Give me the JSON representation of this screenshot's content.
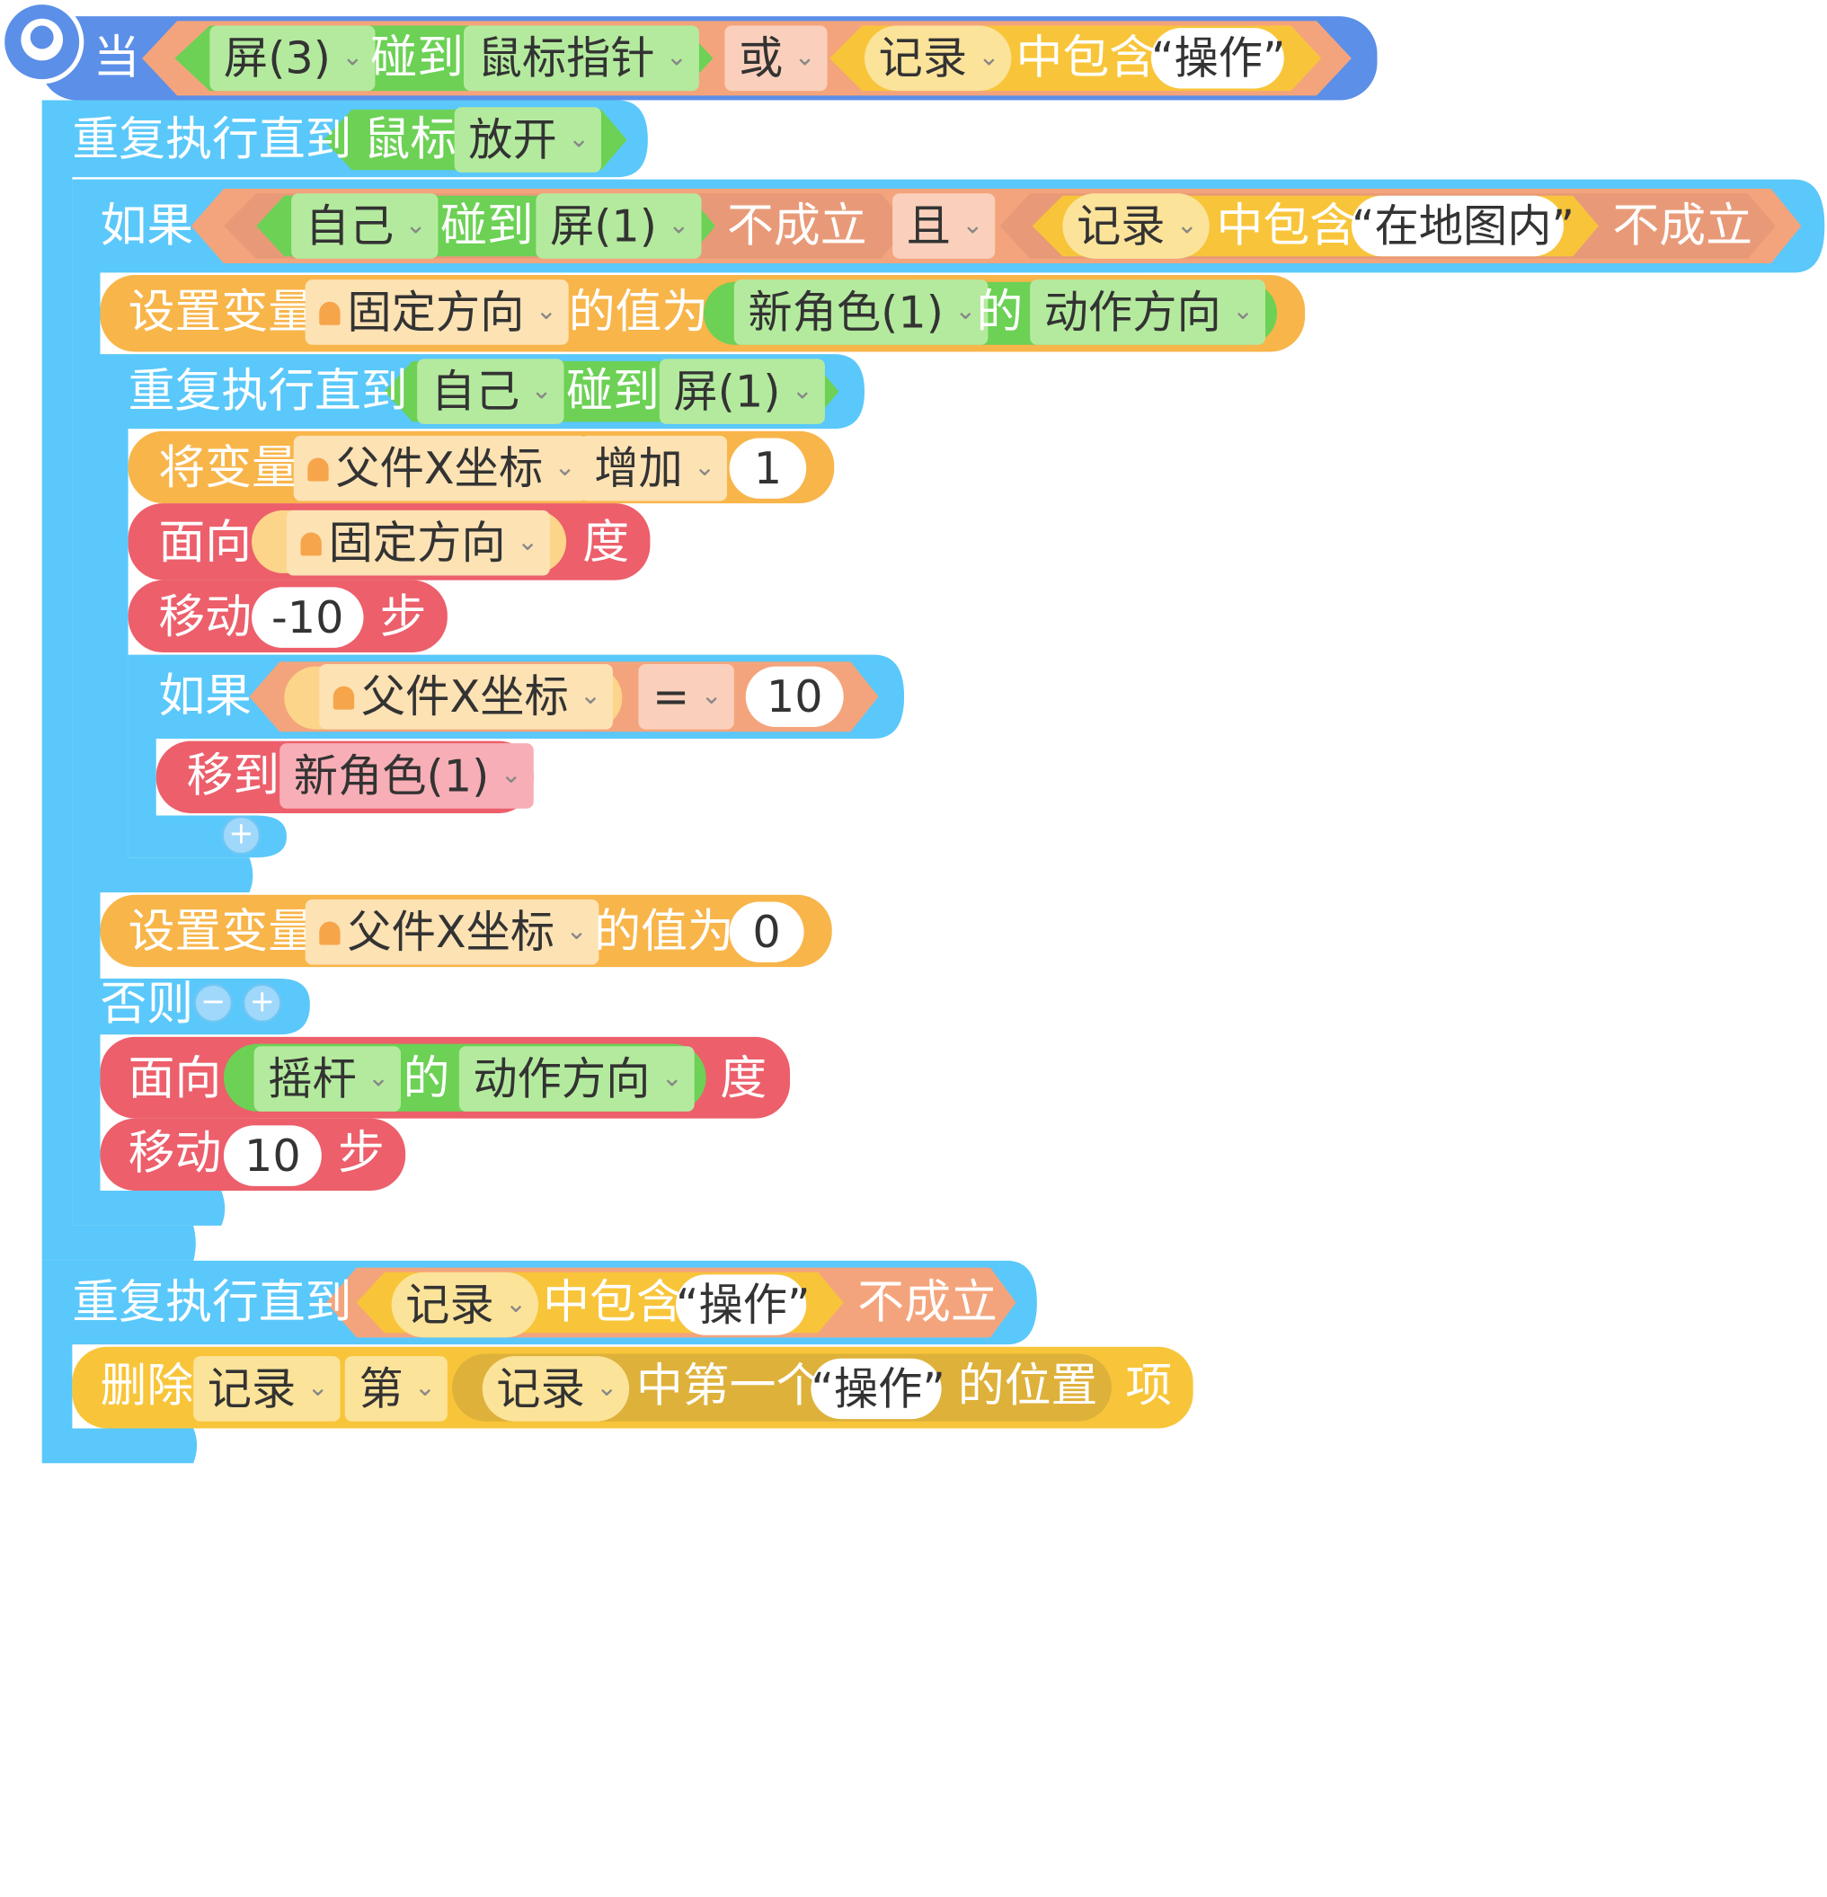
{
  "blocks": {
    "event_when": "当",
    "screen3": "屏(3)",
    "touch": "碰到",
    "mouse_pointer": "鼠标指针",
    "or": "或",
    "record": "记录",
    "contains": "中包含",
    "op_str": "“操作”",
    "repeat_until": "重复执行直到",
    "mouse": "鼠标",
    "release": "放开",
    "if": "如果",
    "self": "自己",
    "screen1": "屏(1)",
    "not_true": "不成立",
    "and": "且",
    "inmap_str": "“在地图内”",
    "set_var": "设置变量",
    "fixed_dir": "固定方向",
    "value_is": "的值为",
    "new_role": "新角色(1)",
    "of": "的",
    "action_dir": "动作方向",
    "change_var": "将变量",
    "parent_x": "父件X坐标",
    "increase": "增加",
    "one": "1",
    "face": "面向",
    "degree": "度",
    "move": "移动",
    "neg10": "-10",
    "step": "步",
    "equals": "=",
    "ten": "10",
    "move_to": "移到",
    "zero": "0",
    "else": "否则",
    "joystick": "摇杆",
    "delete": "删除",
    "nth": "第",
    "first_index": "中第一个",
    "position": "的位置",
    "item": "项",
    "plus": "+",
    "minus": "−"
  },
  "colors": {
    "event": "#5b8fe8",
    "control": "#5ac8fa",
    "operator": "#f4a47c",
    "sensing": "#6cd155",
    "list": "#f8c53a",
    "variable": "#f8b54a",
    "motion": "#ec5f6b"
  },
  "icons": {
    "event_icon": "satellite-icon",
    "add": "plus-icon",
    "remove": "minus-icon",
    "variable": "ghost-icon"
  }
}
